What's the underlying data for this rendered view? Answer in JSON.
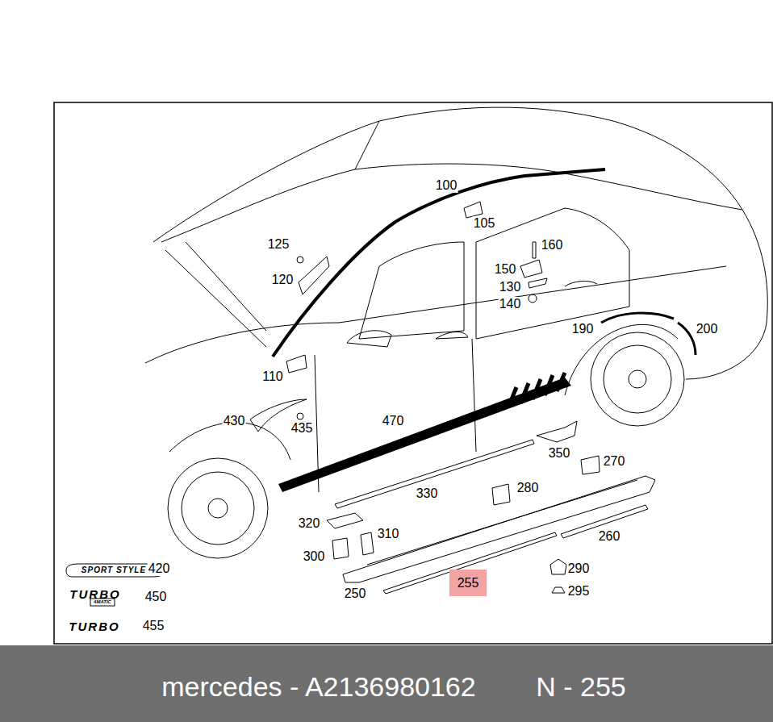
{
  "diagram": {
    "caption": "mercedes - A2136980162     N - 255",
    "nodes": [
      {
        "text": [
          "255"
        ]
      },
      {
        "text": [
          "mercedes - A2136980162",
          "N - 255"
        ]
      }
    ],
    "labels": [
      "100",
      "105",
      "125",
      "160",
      "120",
      "150",
      "130",
      "190",
      "200",
      "140",
      "110",
      "430",
      "470",
      "435",
      "350",
      "270",
      "330",
      "280",
      "320",
      "310",
      "260",
      "300",
      "290",
      "420",
      "295",
      "250",
      "450",
      "455",
      "SPORT STYLE",
      "TURBO",
      "4MATIC",
      "TURBO"
    ]
  }
}
